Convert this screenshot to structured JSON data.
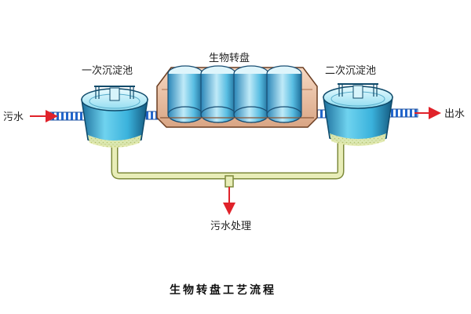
{
  "diagram": {
    "primary_clarifier": "一次沉淀池",
    "rbc": "生物转盘",
    "secondary_clarifier": "二次沉淀池",
    "influent": "污水",
    "effluent": "出水",
    "sludge": "污水处理",
    "caption": "生物转盘工艺流程"
  },
  "colors": {
    "water": "#48c4e8",
    "water_dark": "#1c6f9c",
    "tank_rim": "#c9eef7",
    "trough": "#efc6a8",
    "disc": "#4ab0d8",
    "pipe_blue": "#2266cc",
    "sludge_pipe": "#e8edb8",
    "arrow": "#e0222a"
  }
}
